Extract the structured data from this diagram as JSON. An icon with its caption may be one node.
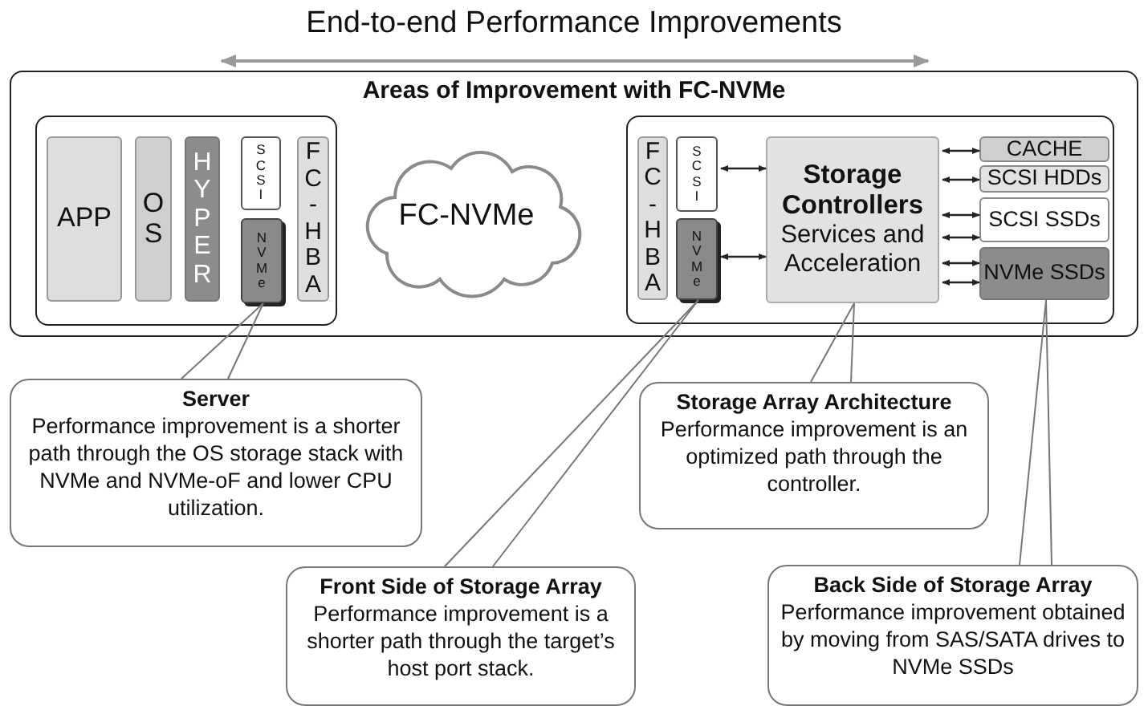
{
  "diagram": {
    "title": "End-to-end Performance Improvements",
    "nodes": [
      {
        "text": [
          "Areas of Improvement with FC-NVMe"
        ]
      },
      {
        "text": [],
        "shape": "box",
        "in": 0
      },
      {
        "text": [
          "APP"
        ],
        "in": 1
      },
      {
        "text": [
          "OS"
        ],
        "in": 1
      },
      {
        "text": [
          "HYPER"
        ],
        "in": 1
      },
      {
        "text": [
          "SCSI"
        ],
        "in": 1
      },
      {
        "text": [
          "NVMe"
        ],
        "in": 1
      },
      {
        "text": [
          "FC-HBA"
        ],
        "in": 1
      },
      {
        "text": [
          "FC-NVMe"
        ],
        "in": 0
      },
      {
        "text": [],
        "shape": "box",
        "in": 0
      },
      {
        "text": [
          "FC-HBA"
        ],
        "in": 9
      },
      {
        "text": [
          "SCSI"
        ],
        "in": 9
      },
      {
        "text": [
          "NVMe"
        ],
        "in": 9
      },
      {
        "text": [
          "Storage Controllers",
          "Services and Acceleration"
        ],
        "in": 9
      },
      {
        "text": [
          "CACHE"
        ],
        "in": 9
      },
      {
        "text": [
          "SCSI HDDs"
        ],
        "in": 9
      },
      {
        "text": [
          "SCSI SSDs"
        ],
        "in": 9
      },
      {
        "text": [
          "NVMe SSDs"
        ],
        "in": 9
      },
      {
        "text": [
          "Server",
          "Performance improvement is a shorter path through the OS storage stack with NVMe and NVMe-oF and lower CPU utilization."
        ]
      },
      {
        "text": [
          "Front Side of Storage Array",
          "Performance improvement is a shorter path through the target’s host port stack."
        ]
      },
      {
        "text": [
          "Storage Array Architecture",
          "Performance improvement is an optimized path through the controller."
        ]
      },
      {
        "text": [
          "Back Side of Storage Array",
          "Performance improvement obtained by moving from SAS/SATA drives to NVMe SSDs"
        ]
      }
    ],
    "edges": [
      {
        "from": 11,
        "to": 13,
        "arrow": "both"
      },
      {
        "from": 12,
        "to": 13,
        "arrow": "both"
      },
      {
        "from": 13,
        "to": 14,
        "arrow": "both"
      },
      {
        "from": 13,
        "to": 15,
        "arrow": "both"
      },
      {
        "from": 13,
        "to": 16,
        "arrow": "both"
      },
      {
        "from": 13,
        "to": 16,
        "arrow": "both"
      },
      {
        "from": 13,
        "to": 17,
        "arrow": "both"
      },
      {
        "from": 13,
        "to": 17,
        "arrow": "both"
      },
      {
        "from": 18,
        "to": 6,
        "arrow": "none"
      },
      {
        "from": 19,
        "to": 12,
        "arrow": "none"
      },
      {
        "from": 20,
        "to": 13,
        "arrow": "none"
      },
      {
        "from": 21,
        "to": 17,
        "arrow": "none"
      }
    ]
  }
}
